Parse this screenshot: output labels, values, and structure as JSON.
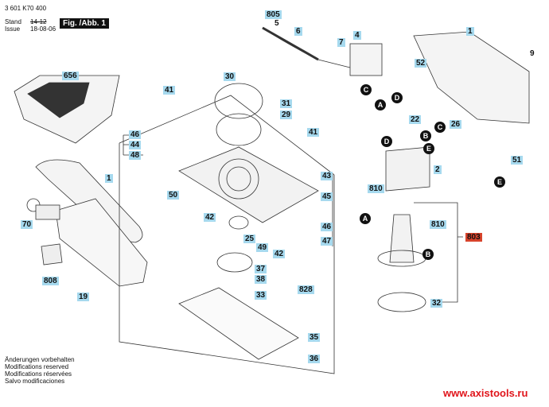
{
  "header": {
    "part_number": "3 601 K70 400",
    "stand_label": "Stand",
    "issue_label": "Issue",
    "stand_value": "14-12",
    "issue_value": "18-08-06",
    "figure_label": "Fig. /Abb. 1"
  },
  "labels": {
    "l656": "656",
    "l1a": "1",
    "l70": "70",
    "l808": "808",
    "l19": "19",
    "l46a": "46",
    "l44": "44",
    "l48": "48",
    "l50": "50",
    "l41a": "41",
    "l30": "30",
    "l31": "31",
    "l29": "29",
    "l41b": "41",
    "l43": "43",
    "l45": "45",
    "l42a": "42",
    "l25": "25",
    "l46b": "46",
    "l49": "49",
    "l42b": "42",
    "l47": "47",
    "l37": "37",
    "l38": "38",
    "l33": "33",
    "l828": "828",
    "l35": "35",
    "l36": "36",
    "l805": "805",
    "l5": "5",
    "l6": "6",
    "l7": "7",
    "l4": "4",
    "l52": "52",
    "l1b": "1",
    "l9": "9",
    "l22": "22",
    "l26": "26",
    "l2": "2",
    "l51": "51",
    "l810a": "810",
    "l810b": "810",
    "l803": "803",
    "l32": "32"
  },
  "connectors": {
    "c1": "C",
    "d1": "D",
    "a1": "A",
    "b1": "B",
    "d2": "D",
    "e1": "E",
    "c2": "C",
    "e2": "E",
    "a2": "A",
    "b2": "B"
  },
  "footer": {
    "line1": "Änderungen vorbehalten",
    "line2": "Modifications reserved",
    "line3": "Modifications réservées",
    "line4": "Salvo modificaciones"
  },
  "watermark": "www.axistools.ru"
}
